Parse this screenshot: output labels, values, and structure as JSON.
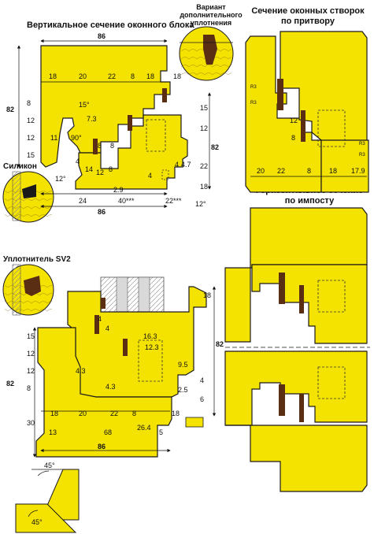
{
  "titles": {
    "vertical_section": "Вертикальное сечение оконного блока",
    "variant_line1": "Вариант",
    "variant_line2": "дополнительного",
    "variant_line3": "уплотнения",
    "sash_section_line1": "Сечение оконных створок",
    "sash_section_line2": "по притвору",
    "horizontal_section_line1": "Горизонтальное сечение",
    "horizontal_section_line2": "по импосту",
    "silicone": "Силикон",
    "seal_sv2": "Уплотнитель SV2"
  },
  "colors": {
    "wood": "#f4e200",
    "outline": "#1a1a1a",
    "seal": "#5a2e12",
    "glass": "#d9d9d9"
  },
  "dims_top": {
    "w86": "86",
    "w18a": "18",
    "w20": "20",
    "w22": "22",
    "w8": "8",
    "w18b": "18",
    "w18c": "18",
    "h82": "82",
    "h8": "8",
    "h12a": "12",
    "h12b": "12",
    "h15": "15",
    "h11": "11",
    "a15": "15°",
    "d73": "7.3",
    "a90": "90°",
    "d8a": "8",
    "d8b": "8",
    "d4a": "4",
    "d14": "14",
    "d12c": "12",
    "d8c": "8",
    "d22": "22",
    "d15b": "15",
    "d12d": "12",
    "d18v": "18",
    "h82b": "82",
    "d29": "2.9",
    "d4b": "4",
    "d47": "4.7",
    "d4c": "4",
    "w24": "24",
    "w40": "40***",
    "w22b": "22***",
    "w86b": "86",
    "a12a": "12°",
    "a12b": "12°"
  },
  "dims_bottom": {
    "h18": "18",
    "d4a": "4",
    "d4b": "4",
    "d163": "16.3",
    "d123": "12.3",
    "h15": "15",
    "h12a": "12",
    "h12b": "12",
    "h8": "8",
    "h82": "82",
    "d43a": "4.3",
    "d43b": "4.3",
    "d95": "9.5",
    "d25": "2.5",
    "h4": "4",
    "h6": "6",
    "h82v": "82",
    "w18a": "18",
    "w20": "20",
    "w22": "22",
    "w8": "8",
    "w18b": "18",
    "h30": "30",
    "w13": "13",
    "w68": "68",
    "w264": "26.4",
    "w5": "5",
    "w86": "86"
  },
  "dims_sash": {
    "h12": "12",
    "h8": "8",
    "w20": "20",
    "w22": "22",
    "w8": "8",
    "w18": "18",
    "w179": "17.9",
    "r3a": "R3",
    "r3b": "R3",
    "r3c": "R3",
    "r3d": "R3"
  },
  "dims_angle": {
    "a45a": "45°",
    "a45b": "45°"
  }
}
